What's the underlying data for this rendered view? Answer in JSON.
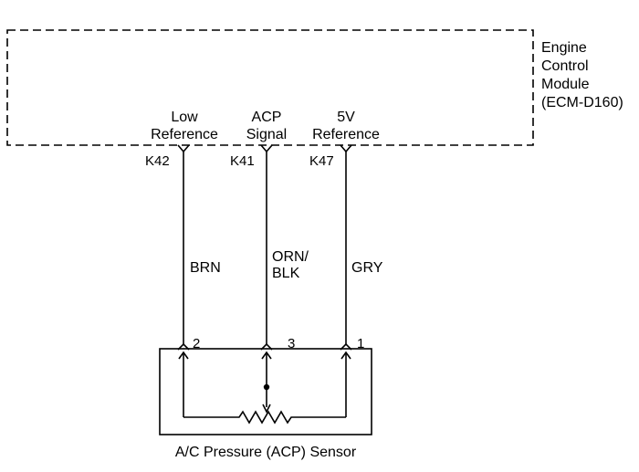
{
  "module": {
    "name_lines": [
      "Engine",
      "Control",
      "Module",
      "(ECM-D160)"
    ]
  },
  "circuits": [
    {
      "function_lines": [
        "Low",
        "Reference"
      ],
      "module_pin": "K42",
      "wire_color_lines": [
        "BRN"
      ],
      "sensor_pin": "2"
    },
    {
      "function_lines": [
        "ACP",
        "Signal"
      ],
      "module_pin": "K41",
      "wire_color_lines": [
        "ORN/",
        "BLK"
      ],
      "sensor_pin": "3"
    },
    {
      "function_lines": [
        "5V",
        "Reference"
      ],
      "module_pin": "K47",
      "wire_color_lines": [
        "GRY"
      ],
      "sensor_pin": "1"
    }
  ],
  "sensor": {
    "name": "A/C Pressure (ACP) Sensor"
  }
}
